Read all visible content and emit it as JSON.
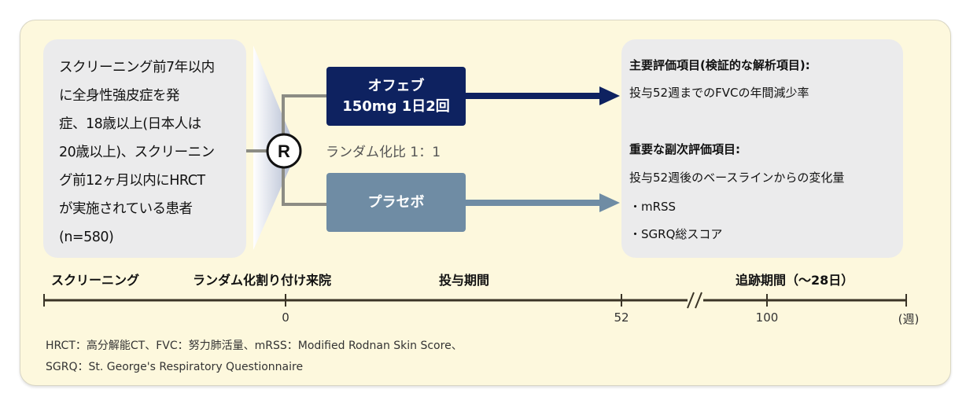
{
  "eligibility": {
    "text": "スクリーニング前7年以内\nに全身性強皮症を発\n症、18歳以上(日本人は\n20歳以上)、スクリーニン\nグ前12ヶ月以内にHRCT\nが実施されている患者\n(n=580)"
  },
  "randomization": {
    "symbol": "R",
    "ratio_label": "ランダム化比 1：1"
  },
  "arms": {
    "drug_line1": "オフェブ",
    "drug_line2": "150mg 1日2回",
    "placebo": "プラセボ"
  },
  "endpoints": {
    "primary_heading": "主要評価項目(検証的な解析項目):",
    "primary_item": "投与52週までのFVCの年間減少率",
    "secondary_heading": "重要な副次評価項目:",
    "secondary_item": "投与52週後のベースラインからの変化量",
    "secondary_bullets": [
      "・mRSS",
      "・SGRQ総スコア"
    ]
  },
  "timeline": {
    "phases": [
      "スクリーニング",
      "ランダム化割り付け来院",
      "投与期間",
      "追跡期間（～28日）"
    ],
    "ticks": [
      "0",
      "52",
      "100",
      "(週)"
    ]
  },
  "footnotes": [
    "HRCT：高分解能CT、FVC：努力肺活量、mRSS：Modified Rodnan Skin Score、",
    "SGRQ：St. George's Respiratory Questionnaire"
  ],
  "colors": {
    "background": "#fdf8dd",
    "drug": "#0e2260",
    "placebo": "#6f8ca4",
    "panel": "#ebebec"
  }
}
